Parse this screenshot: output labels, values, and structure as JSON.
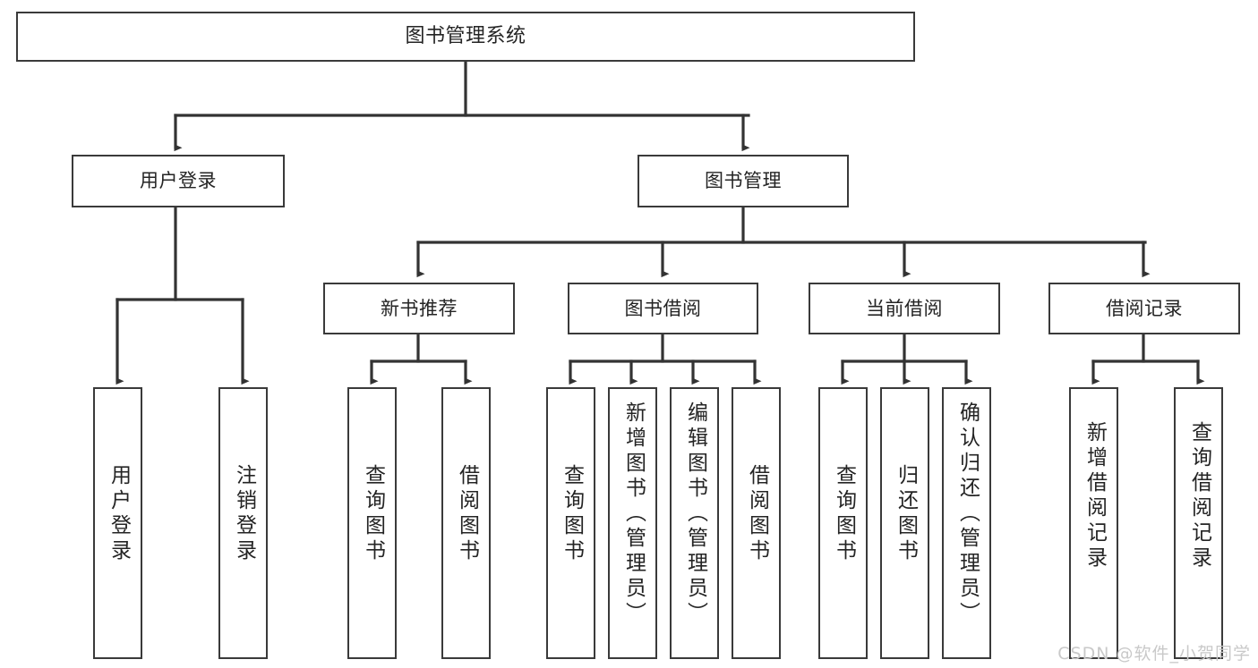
{
  "diagram": {
    "kind": "tree-structure-chart",
    "title": "图书管理系统",
    "watermark": "CSDN @软件_小贺同学",
    "colors": {
      "stroke": "#3a3a3a",
      "fill": "#ffffff",
      "text": "#242424",
      "watermark": "#c9c9c9"
    },
    "nodes": {
      "root": {
        "label": "图书管理系统"
      },
      "level1": [
        {
          "id": "user-login",
          "label": "用户登录"
        },
        {
          "id": "book-manage",
          "label": "图书管理"
        }
      ],
      "level2": [
        {
          "id": "new-book-recommend",
          "label": "新书推荐"
        },
        {
          "id": "book-borrow",
          "label": "图书借阅"
        },
        {
          "id": "current-borrow",
          "label": "当前借阅"
        },
        {
          "id": "borrow-record",
          "label": "借阅记录"
        }
      ],
      "leaves": {
        "user_login": [
          {
            "id": "leaf-user-login",
            "label": "用户登录"
          },
          {
            "id": "leaf-logout",
            "label": "注销登录"
          }
        ],
        "new_book_recommend": [
          {
            "id": "leaf-query-book-1",
            "label": "查询图书"
          },
          {
            "id": "leaf-borrow-book-1",
            "label": "借阅图书"
          }
        ],
        "book_borrow": [
          {
            "id": "leaf-query-book-2",
            "label": "查询图书"
          },
          {
            "id": "leaf-add-book",
            "label": "新增图书（管理员）"
          },
          {
            "id": "leaf-edit-book",
            "label": "编辑图书（管理员）"
          },
          {
            "id": "leaf-borrow-book-2",
            "label": "借阅图书"
          }
        ],
        "current_borrow": [
          {
            "id": "leaf-query-book-3",
            "label": "查询图书"
          },
          {
            "id": "leaf-return-book",
            "label": "归还图书"
          },
          {
            "id": "leaf-confirm-return",
            "label": "确认归还（管理员）"
          }
        ],
        "borrow_record": [
          {
            "id": "leaf-add-record",
            "label": "新增借阅记录"
          },
          {
            "id": "leaf-query-record",
            "label": "查询借阅记录"
          }
        ]
      }
    }
  }
}
